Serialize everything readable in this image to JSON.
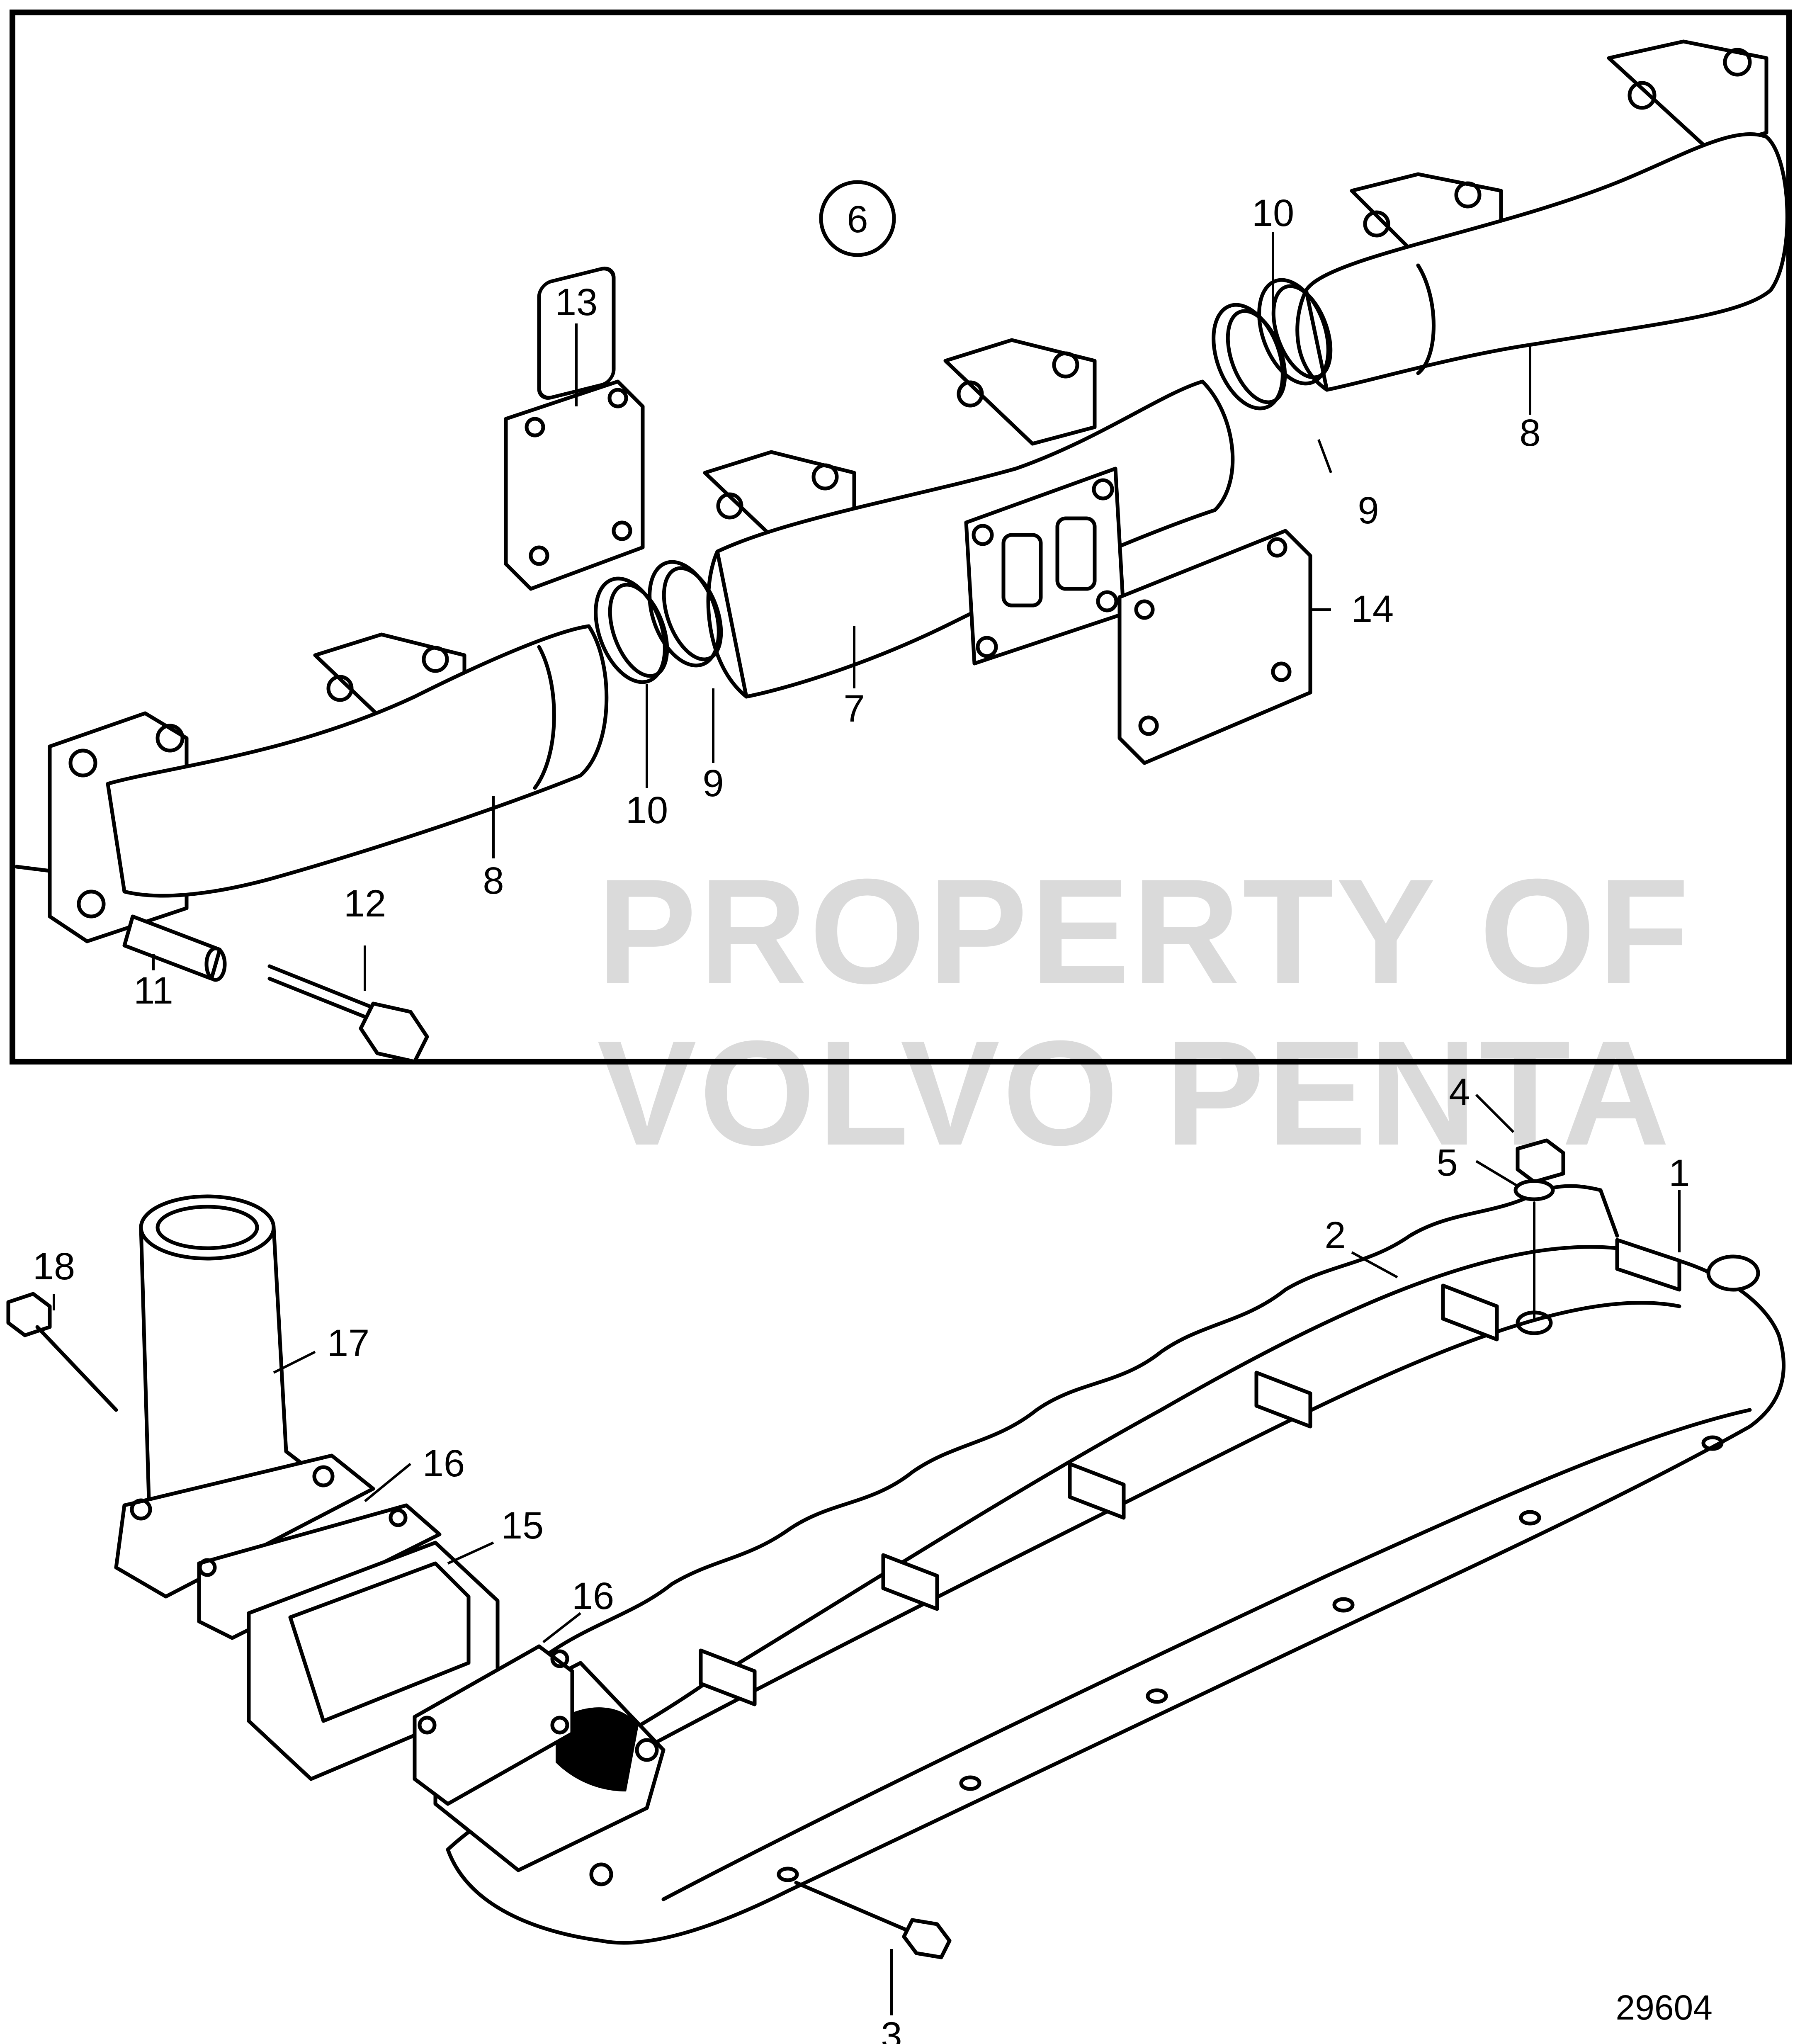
{
  "watermark": {
    "line1": "PROPERTY OF",
    "line2": "VOLVO PENTA"
  },
  "figure_number": "29604",
  "group_marker": "6",
  "callouts": {
    "c1": "1",
    "c2": "2",
    "c3": "3",
    "c4": "4",
    "c5": "5",
    "c7": "7",
    "c8a": "8",
    "c8b": "8",
    "c9a": "9",
    "c9b": "9",
    "c10a": "10",
    "c10b": "10",
    "c11": "11",
    "c12": "12",
    "c13": "13",
    "c14": "14",
    "c15": "15",
    "c16a": "16",
    "c16b": "16",
    "c17": "17",
    "c18": "18"
  }
}
